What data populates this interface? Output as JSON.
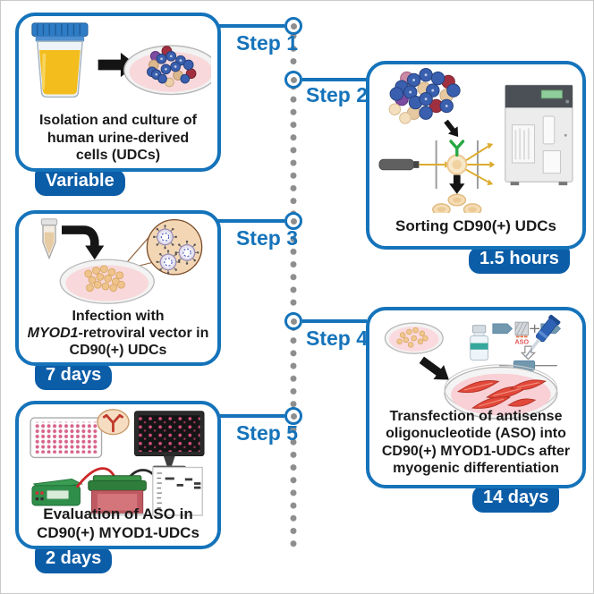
{
  "figure": {
    "type": "workflow-timeline",
    "colors": {
      "accent_blue": "#1573ba",
      "badge_blue": "#0b5da7",
      "dot_gray": "#8e8e8e",
      "text_black": "#1a1a1a"
    }
  },
  "steps": [
    {
      "label": "Step 1",
      "duration": "Variable",
      "caption_lines": [
        "Isolation and culture of",
        "human urine-derived",
        "cells (UDCs)"
      ],
      "icon_names": [
        "urine-specimen-cup-icon",
        "black-arrow-right-icon",
        "petri-dish-mixed-cells-icon"
      ]
    },
    {
      "label": "Step 2",
      "duration": "1.5 hours",
      "caption_lines": [
        "Sorting CD90(+) UDCs"
      ],
      "icon_names": [
        "cell-cluster-icon",
        "laser-sorting-icon",
        "antibody-green-icon",
        "sorted-cells-icon",
        "cell-sorter-machine-icon"
      ]
    },
    {
      "label": "Step 3",
      "duration": "7 days",
      "caption_line1": "Infection with",
      "caption_italic": "MYOD1",
      "caption_line2_rest": "-retroviral vector in",
      "caption_line3": "CD90(+) UDCs",
      "icon_names": [
        "microcentrifuge-tube-icon",
        "black-elbow-arrow-icon",
        "petri-dish-tan-cells-icon",
        "retrovirus-magnifier-icon"
      ]
    },
    {
      "label": "Step 4",
      "duration": "14 days",
      "aso_label": "ASO",
      "caption_lines": [
        "Transfection of antisense",
        "oligonucleotide (ASO) into",
        "CD90(+) MYOD1-UDCs after",
        "myogenic differentiation"
      ],
      "icon_names": [
        "petri-dish-small-icon",
        "black-arrow-diagonal-icon",
        "vial-icon",
        "gene-construct-aso-icon",
        "micropipette-icon",
        "petri-dish-myotubes-icon"
      ]
    },
    {
      "label": "Step 5",
      "duration": "2 days",
      "caption_lines": [
        "Evaluation of ASO in",
        "CD90(+) MYOD1-UDCs"
      ],
      "icon_names": [
        "96-well-plate-icon",
        "antibody-red-icon",
        "microscopy-monitor-icon",
        "power-supply-icon",
        "gel-electrophoresis-tank-icon",
        "western-blot-icon"
      ]
    }
  ]
}
